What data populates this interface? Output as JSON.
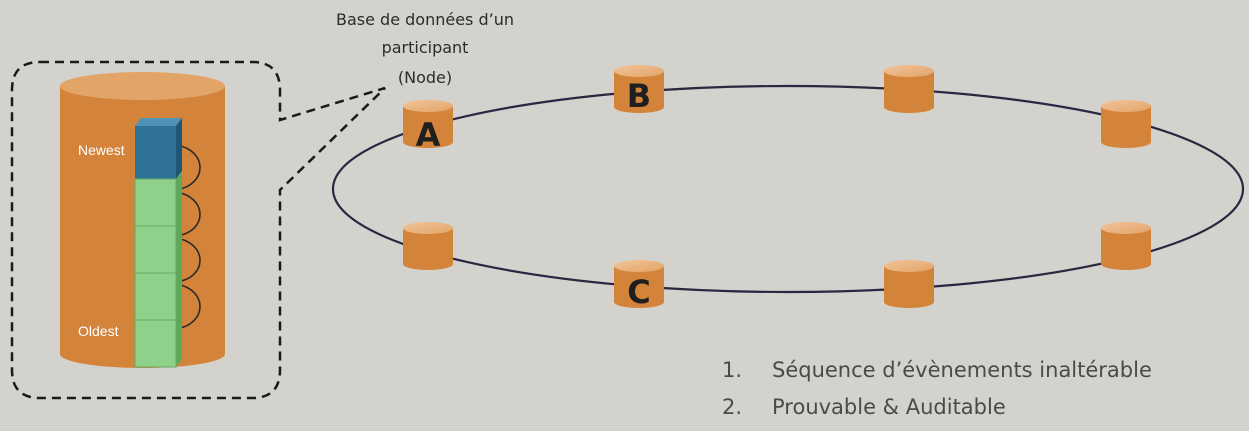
{
  "database_caption": {
    "line1": "Base de données d’un",
    "line2": "participant",
    "line3": "(Node)"
  },
  "chain": {
    "top_label": "Newest",
    "bottom_label": "Oldest",
    "colors": {
      "newest": "#2e7396",
      "block": "#8fd08a",
      "cylinder": "#d4843a"
    }
  },
  "nodes": [
    {
      "label": "A"
    },
    {
      "label": "B"
    },
    {
      "label": "C"
    }
  ],
  "properties": [
    {
      "number": "1.",
      "text": "Séquence d’évènements inaltérable"
    },
    {
      "number": "2.",
      "text": "Prouvable & Auditable"
    }
  ]
}
